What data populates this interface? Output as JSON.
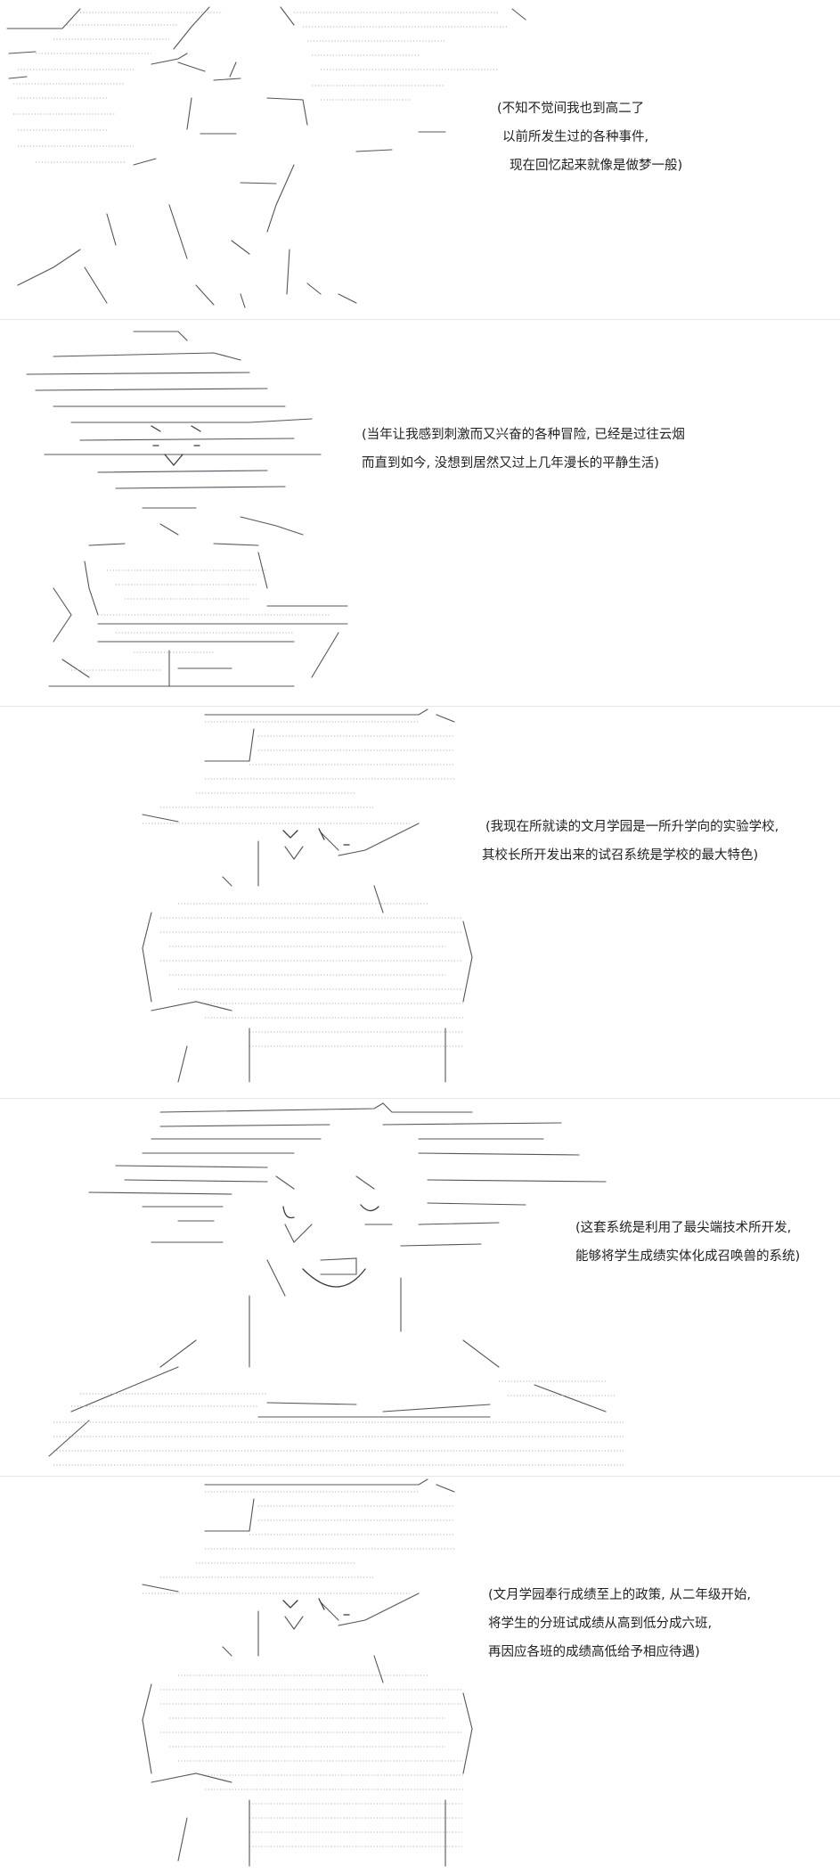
{
  "panels": [
    {
      "caption": [
        "(不知不觉间我也到高二了",
        "以前所发生过的各种事件,",
        "现在回忆起来就像是做梦一般)"
      ]
    },
    {
      "caption": [
        "(当年让我感到刺激而又兴奋的各种冒险, 已经是过往云烟",
        "而直到如今, 没想到居然又过上几年漫长的平静生活)"
      ]
    },
    {
      "caption": [
        "(我现在所就读的文月学园是一所升学向的实验学校,",
        "其校长所开发出来的试召系统是学校的最大特色)"
      ]
    },
    {
      "caption": [
        "(这套系统是利用了最尖端技术所开发,",
        "能够将学生成绩实体化成召唤兽的系统)"
      ]
    },
    {
      "caption": [
        "(文月学园奉行成绩至上的政策, 从二年级开始,",
        "将学生的分班试成绩从高到低分成六班,",
        "再因应各班的成绩高低给予相应待遇)"
      ]
    }
  ],
  "colors": {
    "background": "#ffffff",
    "art_line": "#55555f",
    "art_fill_dots": "#b9a8c9",
    "caption_text": "#222222"
  }
}
